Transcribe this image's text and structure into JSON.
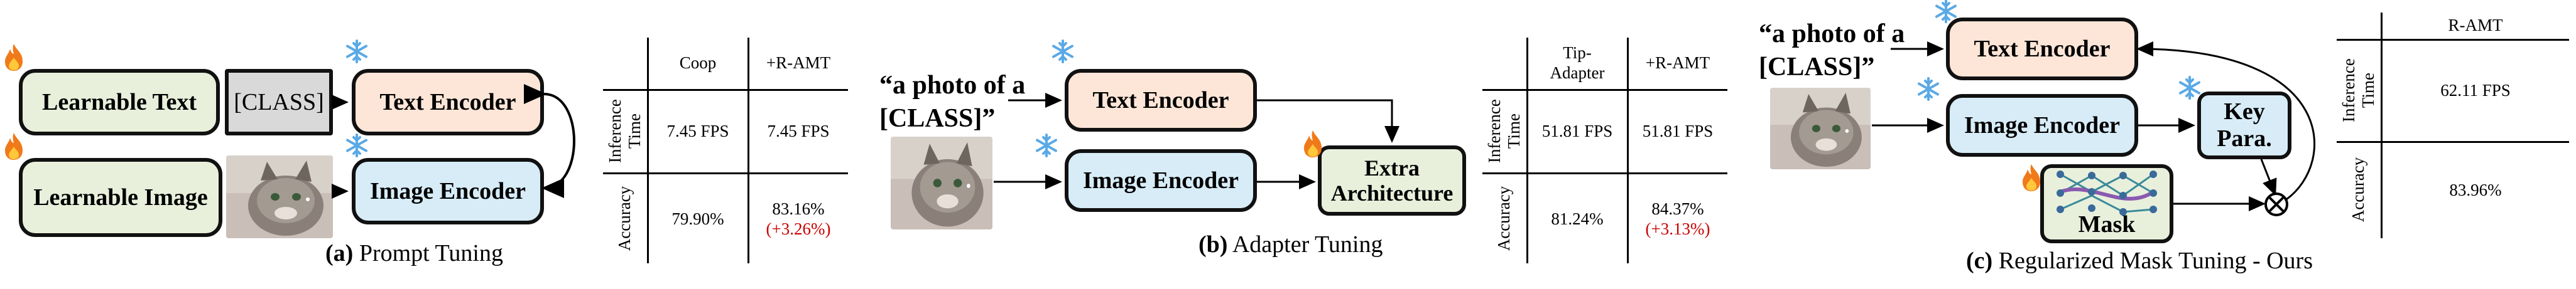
{
  "panel_a": {
    "learnable_text": "Learnable Text",
    "class_token": "[CLASS]",
    "text_encoder": "Text  Encoder",
    "learnable_image": "Learnable Image",
    "image_encoder": "Image Encoder",
    "caption_tag": "(a)",
    "caption_text": " Prompt Tuning",
    "table": {
      "col1": "Coop",
      "col2": "+R-AMT",
      "row1_label": "Inference\nTime",
      "row1_v1": "7.45 FPS",
      "row1_v2": "7.45 FPS",
      "row2_label": "Accuracy",
      "row2_v1": "79.90%",
      "row2_v2": "83.16%",
      "row2_v2_gain": "(+3.26%)"
    }
  },
  "panel_b": {
    "prompt": "“a photo of a\n[CLASS]”",
    "text_encoder": "Text  Encoder",
    "image_encoder": "Image Encoder",
    "extra": "Extra\nArchitecture",
    "caption_tag": "(b)",
    "caption_text": " Adapter Tuning",
    "table": {
      "col1": "Tip-\nAdapter",
      "col2": "+R-AMT",
      "row1_label": "Inference\nTime",
      "row1_v1": "51.81 FPS",
      "row1_v2": "51.81 FPS",
      "row2_label": "Accuracy",
      "row2_v1": "81.24%",
      "row2_v2": "84.37%",
      "row2_v2_gain": "(+3.13%)"
    }
  },
  "panel_c": {
    "prompt": "“a photo of a\n[CLASS]”",
    "text_encoder": "Text Encoder",
    "image_encoder": "Image Encoder",
    "key_para": "Key\nPara.",
    "mask": "Mask",
    "caption_tag": "(c)",
    "caption_text": " Regularized Mask Tuning - Ours",
    "table": {
      "col1": "R-AMT",
      "row1_label": "Inference\nTime",
      "row1_v1": "62.11 FPS",
      "row2_label": "Accuracy",
      "row2_v1": "83.96%"
    }
  },
  "colors": {
    "green_box": "#e8f0dc",
    "peach_box": "#fde6d8",
    "blue_box": "#d7ecf7",
    "gain_red": "#cc0000",
    "snowflake": "#5aa9e6",
    "flame": "#f07a1a"
  },
  "icons": [
    "flame-icon",
    "snowflake-icon",
    "cat-photo",
    "multiply-icon"
  ]
}
